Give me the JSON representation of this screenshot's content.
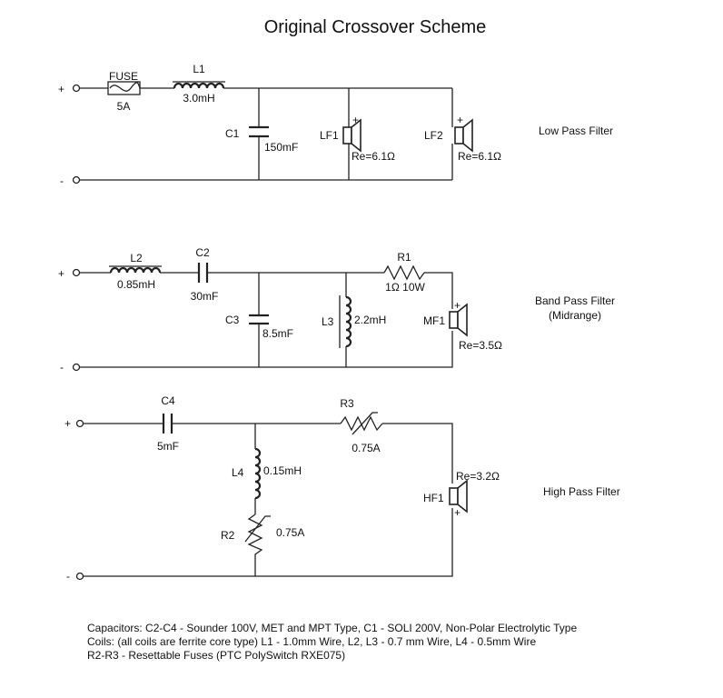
{
  "title": "Original Crossover Scheme",
  "low_pass": {
    "name": "Low Pass Filter",
    "plus": "+",
    "minus": "-",
    "fuse_name": "FUSE",
    "fuse_value": "5A",
    "l1_name": "L1",
    "l1_value": "3.0mH",
    "c1_name": "C1",
    "c1_value": "150mF",
    "lf1_name": "LF1",
    "lf1_re": "Re=6.1Ω",
    "lf2_name": "LF2",
    "lf2_re": "Re=6.1Ω",
    "polarity": "+"
  },
  "band_pass": {
    "name_line1": "Band Pass Filter",
    "name_line2": "(Midrange)",
    "plus": "+",
    "minus": "-",
    "l2_name": "L2",
    "l2_value": "0.85mH",
    "c2_name": "C2",
    "c2_value": "30mF",
    "c3_name": "C3",
    "c3_value": "8.5mF",
    "l3_name": "L3",
    "l3_value": "2.2mH",
    "r1_name": "R1",
    "r1_value": "1Ω 10W",
    "mf1_name": "MF1",
    "mf1_re": "Re=3.5Ω",
    "polarity": "+"
  },
  "high_pass": {
    "name": "High Pass Filter",
    "plus": "+",
    "minus": "-",
    "c4_name": "C4",
    "c4_value": "5mF",
    "l4_name": "L4",
    "l4_value": "0.15mH",
    "r2_name": "R2",
    "r2_value": "0.75A",
    "r3_name": "R3",
    "r3_value": "0.75A",
    "hf1_name": "HF1",
    "hf1_re": "Re=3.2Ω",
    "polarity": "+"
  },
  "notes": {
    "line1": "Capacitors: C2-C4 - Sounder 100V, MET and MPT Type, C1 - SOLI 200V, Non-Polar Electrolytic Type",
    "line2": "Coils: (all coils are ferrite core type) L1 - 1.0mm Wire, L2, L3 - 0.7 mm Wire, L4 - 0.5mm Wire",
    "line3": "R2-R3 - Resettable Fuses (PTC PolySwitch RXE075)"
  }
}
